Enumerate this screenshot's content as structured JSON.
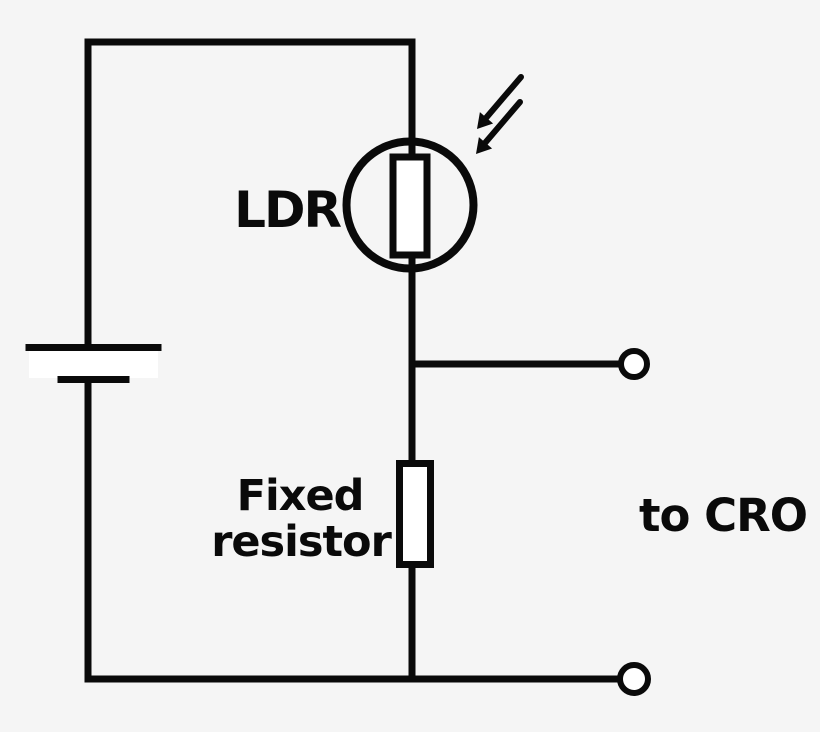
{
  "colors": {
    "background": "#f5f5f5",
    "ink": "#0a0a0a",
    "component_fill": "#ffffff"
  },
  "labels": {
    "ldr": "LDR",
    "fixed_resistor_line1": "Fixed",
    "fixed_resistor_line2": "resistor",
    "to_cro": "to CRO"
  },
  "diagram": {
    "type": "circuit-schematic",
    "style": "hand-drawn",
    "components": [
      "battery-cell",
      "light-dependent-resistor",
      "fixed-resistor",
      "output-terminal-top",
      "output-terminal-bottom"
    ],
    "annotations": [
      "two light-ray arrows striking the LDR from the upper right",
      "voltage across fixed resistor taken to CRO via two open terminals"
    ]
  }
}
